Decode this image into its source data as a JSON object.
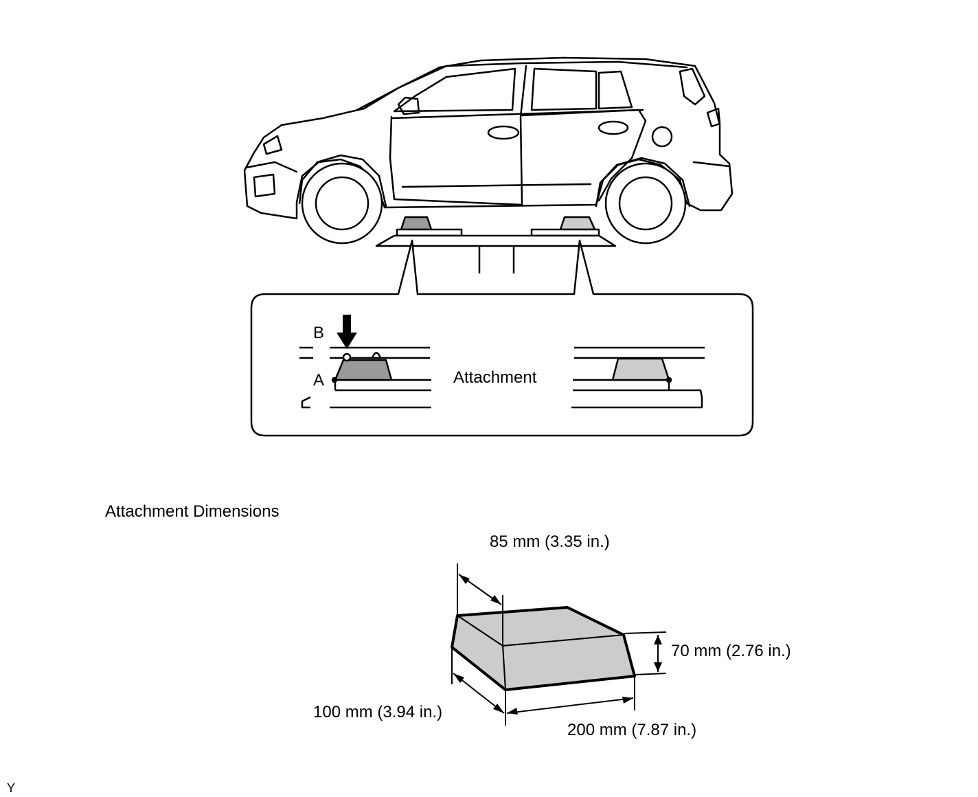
{
  "callout": {
    "label_b": "B",
    "label_a": "A",
    "attachment_label": "Attachment"
  },
  "dimensions": {
    "title": "Attachment Dimensions",
    "top_width": "85 mm (3.35 in.)",
    "height": "70 mm (2.76 in.)",
    "depth": "100 mm (3.94 in.)",
    "length": "200 mm (7.87 in.)"
  },
  "figure_code": "Y",
  "colors": {
    "line": "#000000",
    "attachment_dark": "#9a9a9a",
    "attachment_light": "#cccccc",
    "background": "#ffffff"
  }
}
